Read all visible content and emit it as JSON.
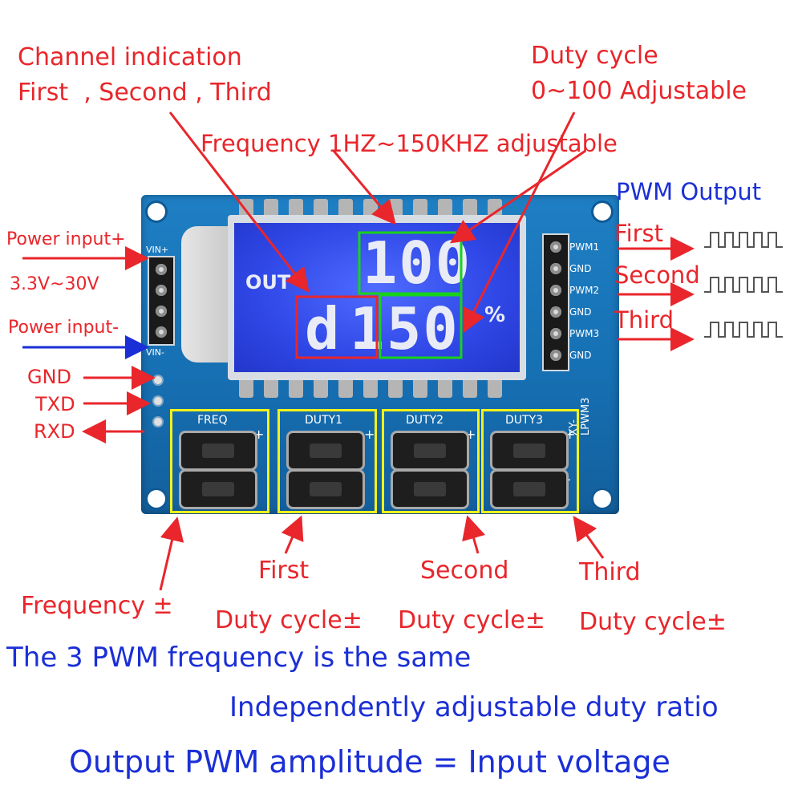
{
  "labels": {
    "channel_indication": "Channel indication",
    "channels_sequence": "First  , Second , Third",
    "duty_cycle": "Duty cycle",
    "duty_range": "0~100 Adjustable",
    "frequency_range": "Frequency 1HZ~150KHZ  adjustable",
    "pwm_output": "PWM Output",
    "output_first": "First",
    "output_second": "Second",
    "output_third": "Third",
    "power_input_plus": "Power input+",
    "voltage_range": "3.3V~30V",
    "power_input_minus": "Power input-",
    "gnd": "GND",
    "txd": "TXD",
    "rxd": "RXD",
    "bottom_first": "First",
    "bottom_second": "Second",
    "bottom_third": "Third",
    "frequency_pm": "Frequency ±",
    "duty_cycle_pm_1": "Duty cycle±",
    "duty_cycle_pm_2": "Duty cycle±",
    "duty_cycle_pm_3": "Duty cycle±"
  },
  "statements": {
    "line1": "The 3 PWM frequency is the same",
    "line2": "Independently adjustable duty ratio",
    "line3": "Output PWM amplitude = Input voltage"
  },
  "board": {
    "model": "XY-LPWM3",
    "vin_plus": "VIN+",
    "vin_minus": "VIN-",
    "pins_right": [
      "PWM1",
      "GND",
      "PWM2",
      "GND",
      "PWM3",
      "GND"
    ],
    "buttons": [
      "FREQ",
      "DUTY1",
      "DUTY2",
      "DUTY3"
    ],
    "plus": "+",
    "minus": "-"
  },
  "lcd": {
    "out": "OUT",
    "top_value": "100",
    "channel": "d",
    "channel_num": "1",
    "bottom_value": "50",
    "percent": "%"
  },
  "colors": {
    "label_red": "#e8262b",
    "label_blue": "#1b2fd6",
    "highlight_green": "#18d21a",
    "highlight_red": "#e8262b",
    "button_box_yellow": "#f3f21a",
    "pcb_blue": "#1670b3",
    "lcd_blue": "#2f47e6"
  }
}
